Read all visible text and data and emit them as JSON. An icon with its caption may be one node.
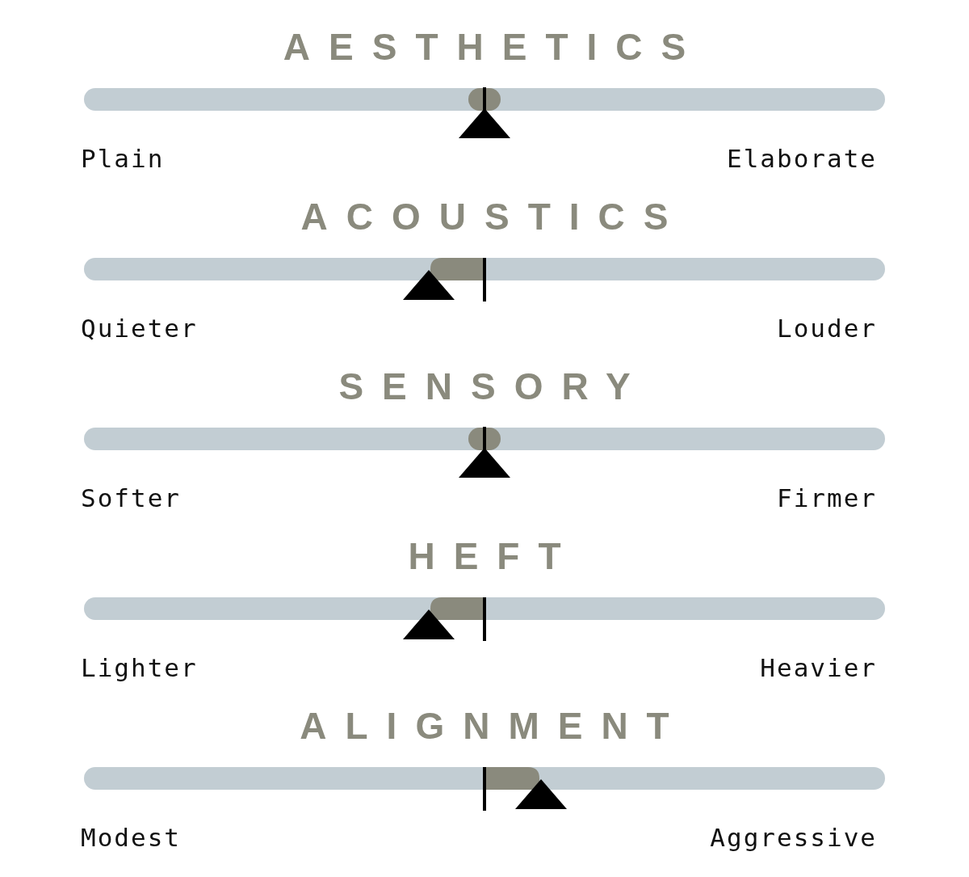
{
  "diagram": {
    "labels": [
      "AESTHETICS",
      "Plain",
      "Elaborate",
      "ACOUSTICS",
      "Quieter",
      "Louder",
      "SENSORY",
      "Softer",
      "Firmer",
      "HEFT",
      "Lighter",
      "Heavier",
      "ALIGNMENT",
      "Modest",
      "Aggressive"
    ]
  }
}
